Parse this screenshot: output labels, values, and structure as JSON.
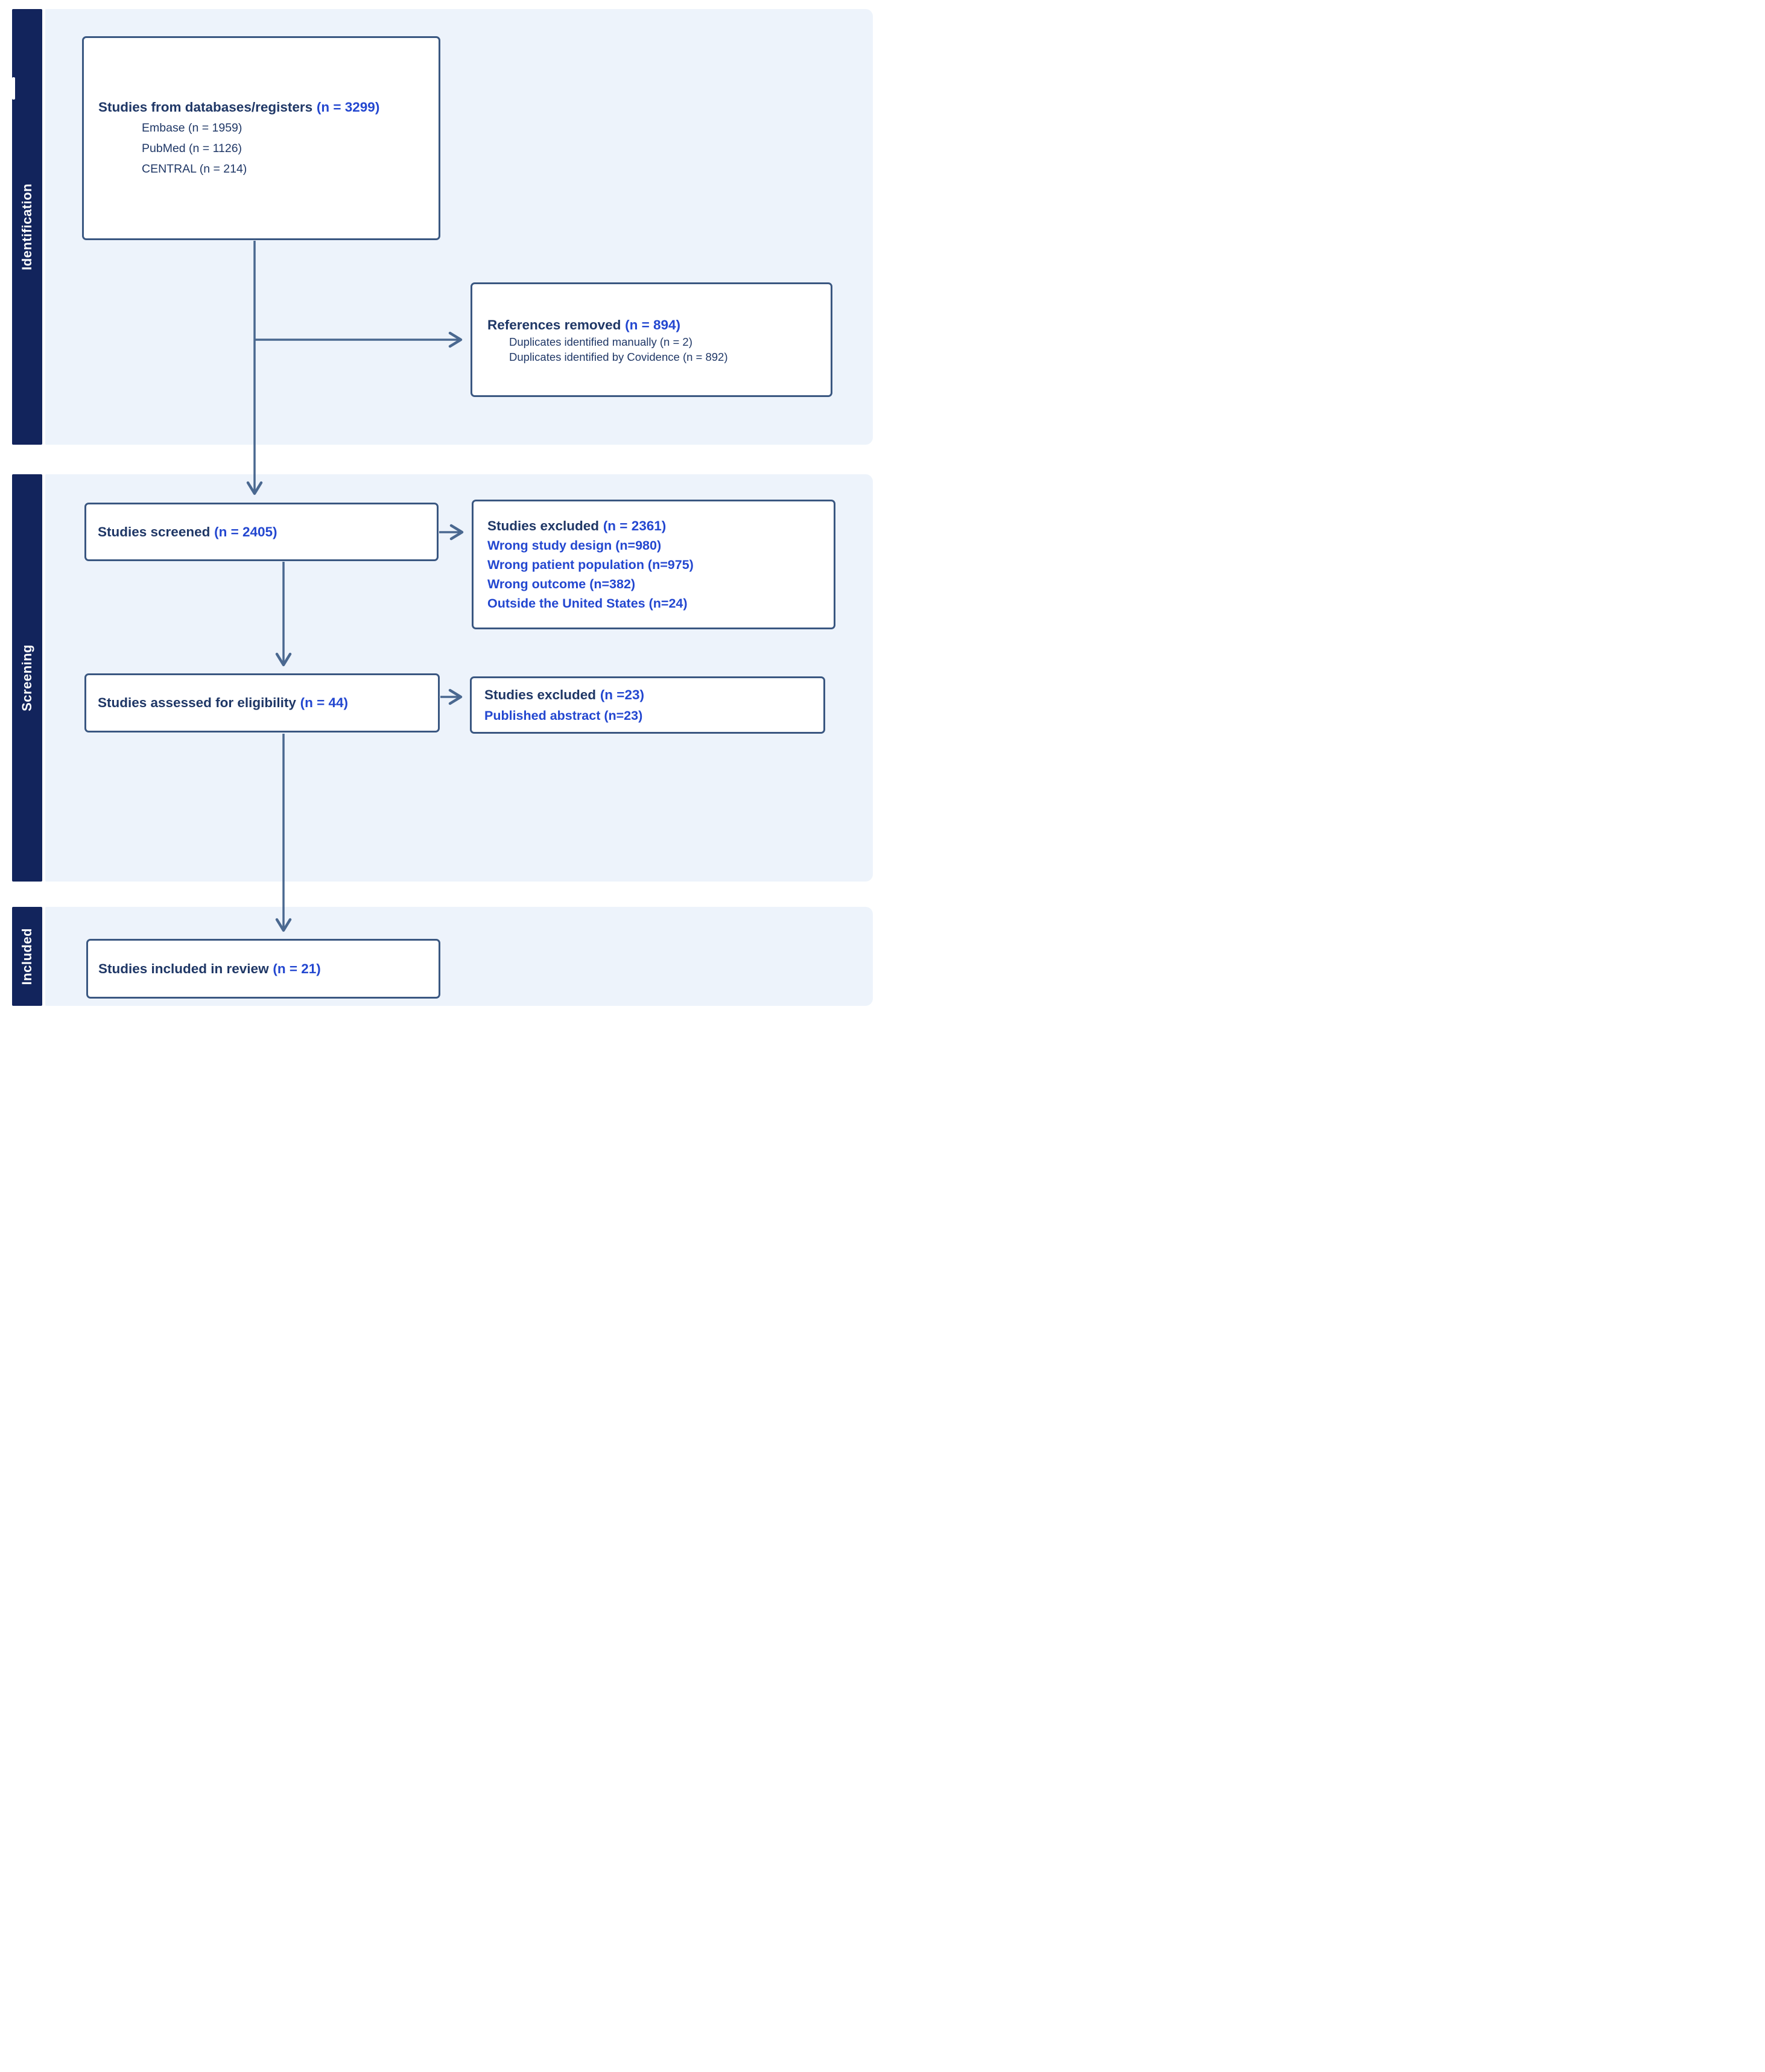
{
  "sections": [
    {
      "id": "identification",
      "label": "Identification"
    },
    {
      "id": "screening",
      "label": "Screening"
    },
    {
      "id": "included",
      "label": "Included"
    }
  ],
  "boxes": {
    "databases": {
      "title": "Studies from databases/registers",
      "count": "(n = 3299)",
      "items": [
        "Embase (n = 1959)",
        "PubMed (n = 1126)",
        "CENTRAL (n = 214)"
      ]
    },
    "references_removed": {
      "title": "References removed",
      "count": "(n = 894)",
      "items": [
        "Duplicates identified manually (n = 2)",
        "Duplicates identified by Covidence (n = 892)"
      ]
    },
    "screened": {
      "title": "Studies screened",
      "count": "(n = 2405)"
    },
    "excluded_screening": {
      "title": "Studies excluded",
      "count": "(n = 2361)",
      "reasons": [
        "Wrong study design (n=980)",
        "Wrong patient population (n=975)",
        "Wrong outcome (n=382)",
        "Outside the United States (n=24)"
      ]
    },
    "assessed": {
      "title": "Studies assessed for eligibility",
      "count": "(n = 44)"
    },
    "excluded_eligibility": {
      "title": "Studies excluded",
      "count": "(n =23)",
      "reasons": [
        "Published abstract (n=23)"
      ]
    },
    "included": {
      "title": "Studies included in review",
      "count": "(n = 21)"
    }
  },
  "colors": {
    "sidebar_navy": "#12245c",
    "band_blue": "#edf3fb",
    "box_border": "#3a5781",
    "box_fill": "#ffffff",
    "connector": "#4a6890",
    "text_navy": "#1f3766",
    "text_blue": "#2347d0",
    "sidebar_text": "#ffffff"
  }
}
